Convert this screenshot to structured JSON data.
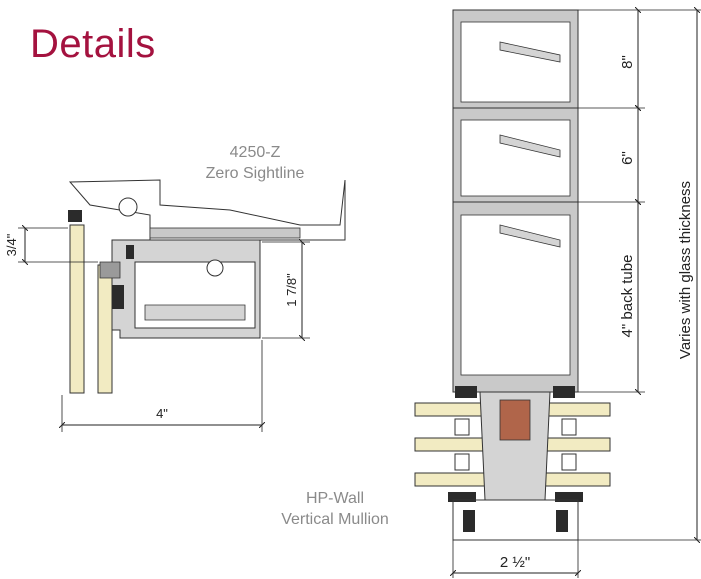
{
  "page": {
    "title": "Details"
  },
  "left_detail": {
    "label_line1": "4250-Z",
    "label_line2": "Zero Sightline",
    "dim_width": "4\"",
    "dim_reveal": "3/4\"",
    "dim_depth": "1 7/8\""
  },
  "right_detail": {
    "label_line1": "HP-Wall",
    "label_line2": "Vertical Mullion",
    "dim_top": "8\"",
    "dim_mid": "6\"",
    "dim_back_tube": "4\" back tube",
    "dim_overall": "Varies with glass thickness",
    "dim_width": "2 ½\""
  },
  "colors": {
    "title": "#a4123f",
    "aluminum": "#c9c9c9",
    "glass": "#f2ebc2",
    "gasket": "#2b2b2b"
  }
}
